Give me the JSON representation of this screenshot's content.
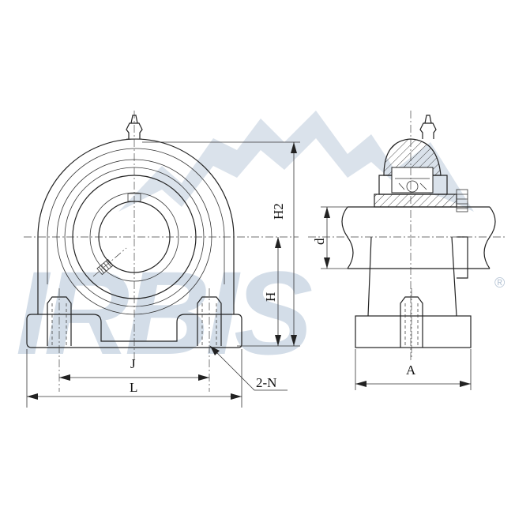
{
  "watermark": {
    "brand": "IRBIS",
    "registered": "®",
    "color": "#d3dde8"
  },
  "labels": {
    "h2": "H2",
    "h": "H",
    "j": "J",
    "l": "L",
    "n": "2-N",
    "d": "d",
    "a": "A"
  },
  "colors": {
    "line": "#222222",
    "background": "#ffffff"
  }
}
